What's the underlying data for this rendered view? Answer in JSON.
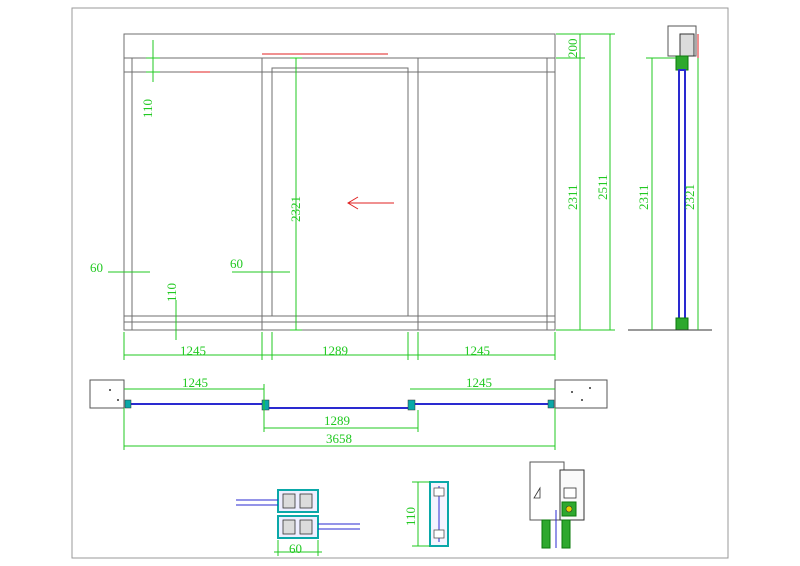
{
  "drawing": {
    "title": "",
    "colors": {
      "frame": "#6f6f6f",
      "dimension": "#22c922",
      "glass": "#2a2ad0",
      "arrow": "#e02020",
      "profile": "#0aa8a8"
    }
  },
  "front_view": {
    "dims": {
      "top_gap": "110",
      "bottom_gap": "110",
      "side_profile_left": "60",
      "side_profile_mid": "60",
      "door_height": "2321",
      "panel_width_left": "1245",
      "panel_width_center": "1289",
      "panel_width_right": "1245"
    },
    "opening_direction": "left"
  },
  "right_dims": {
    "header": "200",
    "clear_height": "2311",
    "total_height": "2511"
  },
  "side_view": {
    "dims": {
      "clear_height": "2311",
      "door_height": "2321"
    }
  },
  "plan_view": {
    "dims": {
      "left_leaf": "1245",
      "right_leaf": "1245",
      "center_leaf": "1289",
      "overall": "3658"
    }
  },
  "details": {
    "profile_width": "60",
    "profile_height": "110"
  }
}
